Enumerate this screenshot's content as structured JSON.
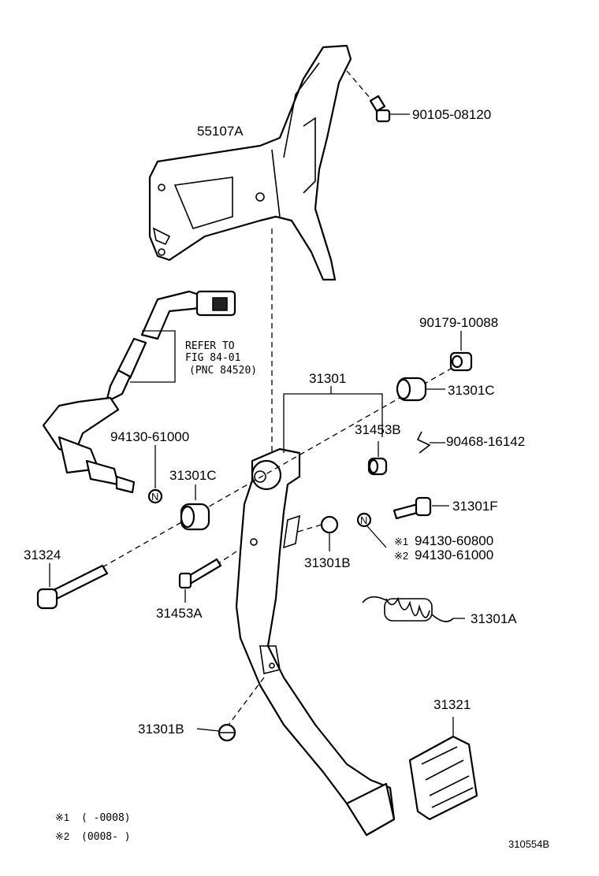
{
  "labels": {
    "bracket": "55107A",
    "bolt_top": "90105-08120",
    "nut_top": "90179-10088",
    "refer_line1": "REFER TO",
    "refer_line2": "FIG 84-01",
    "refer_line3": "(PNC 84520)",
    "pedal_assy": "31301",
    "bushing_right": "31301C",
    "collar_right": "31453B",
    "clip": "90468-16142",
    "nut_left": "94130-61000",
    "bushing_left": "31301C",
    "bolt_right": "31301F",
    "bolt_long": "31324",
    "nut_right_1": "94130-60800",
    "nut_right_2": "94130-61000",
    "bush_mid": "31301B",
    "pin": "31453A",
    "spring": "31301A",
    "bush_low": "31301B",
    "pad": "31321",
    "note1_mark": "※1",
    "note1_text": "(      -0008)",
    "note2_mark": "※2",
    "note2_text": "(0008-      )",
    "mark1": "※1",
    "mark2": "※2",
    "nut_symbol_n": "N",
    "figure_id": "310554B"
  }
}
